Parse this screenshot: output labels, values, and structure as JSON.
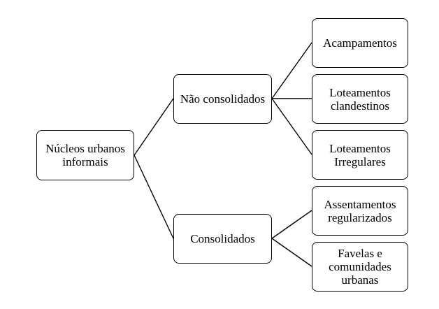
{
  "diagram": {
    "root": {
      "label": "Núcleos urbanos\ninformais"
    },
    "branches": [
      {
        "label": "Não consolidados",
        "leaves": [
          {
            "label": "Acampamentos"
          },
          {
            "label": "Loteamentos\nclandestinos"
          },
          {
            "label": "Loteamentos\nIrregulares"
          }
        ]
      },
      {
        "label": "Consolidados",
        "leaves": [
          {
            "label": "Assentamentos\nregularizados"
          },
          {
            "label": "Favelas e\ncomunidades\nurbanas"
          }
        ]
      }
    ]
  }
}
